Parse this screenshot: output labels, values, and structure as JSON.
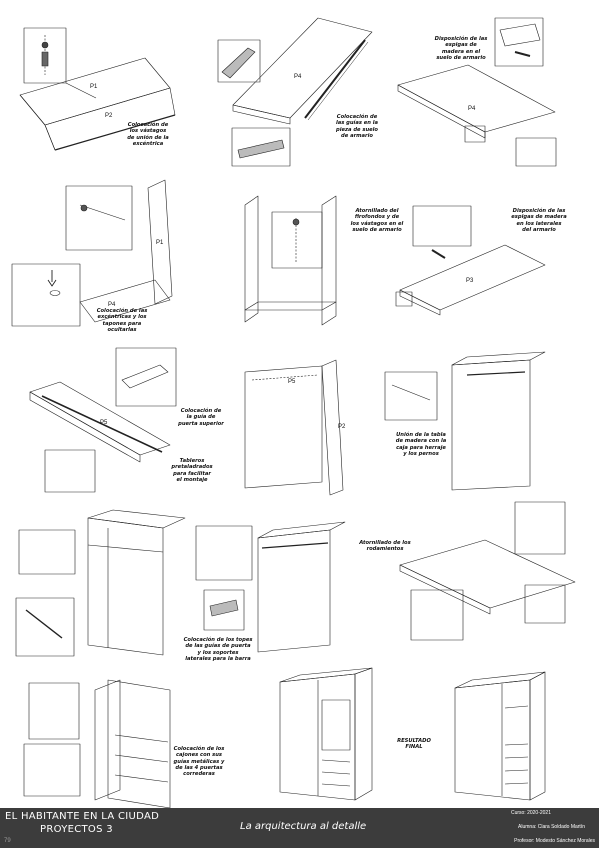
{
  "captions": {
    "s1": "Colocación de\nlos vástagos\nde unión de la\nexcéntrica",
    "s2": "Colocación de\nlas guías en la\npieza de suelo\nde armario",
    "s3": "Disposición de las\nespigas de\nmadera en el\nsuelo de armario",
    "s4": "Colocación de las\nexcéntricas y los\ntapones para\nocultarlas",
    "s5": "Atornillado del\nfirofondos y de\nlos vástagos en el\nsuelo de armario",
    "s6": "Disposición de las\nespigas de madera\nen los laterales\ndel armario",
    "s7a": "Colocación de\nla guía de\npuerta superior",
    "s7b": "Tableros\npretaladrados\npara facilitar\nel montaje",
    "s9": "Unión de la tabla\nde madera con la\ncaja para herraje\ny los pernos",
    "s11": "Colocación de los topes\nde las guías de puerta\ny los soportes\nlaterales para la barra",
    "s12": "Atornillado de los\nrodamientos",
    "s13": "Colocación de los\ncajones con sus\nguías metálicas y\nde las 4 puertas\ncorrederas",
    "s15": "RESULTADO\nFINAL"
  },
  "labels": {
    "p1": "P1",
    "p2": "P2",
    "p4": "P4",
    "p4b": "P4",
    "p1b": "P1",
    "p4c": "P4",
    "p3": "P3",
    "p5": "P5",
    "p2b": "P2",
    "p5b": "P5"
  },
  "footer": {
    "title1": "EL HABITANTE EN LA CIUDAD",
    "title2": "PROYECTOS 3",
    "page": "79",
    "subtitle": "La arquitectura al detalle",
    "course": "Curso: 2020-2021",
    "student": "Alumna: Clara Soldado Martín",
    "professor": "Profesor: Modesto Sánchez Morales"
  }
}
